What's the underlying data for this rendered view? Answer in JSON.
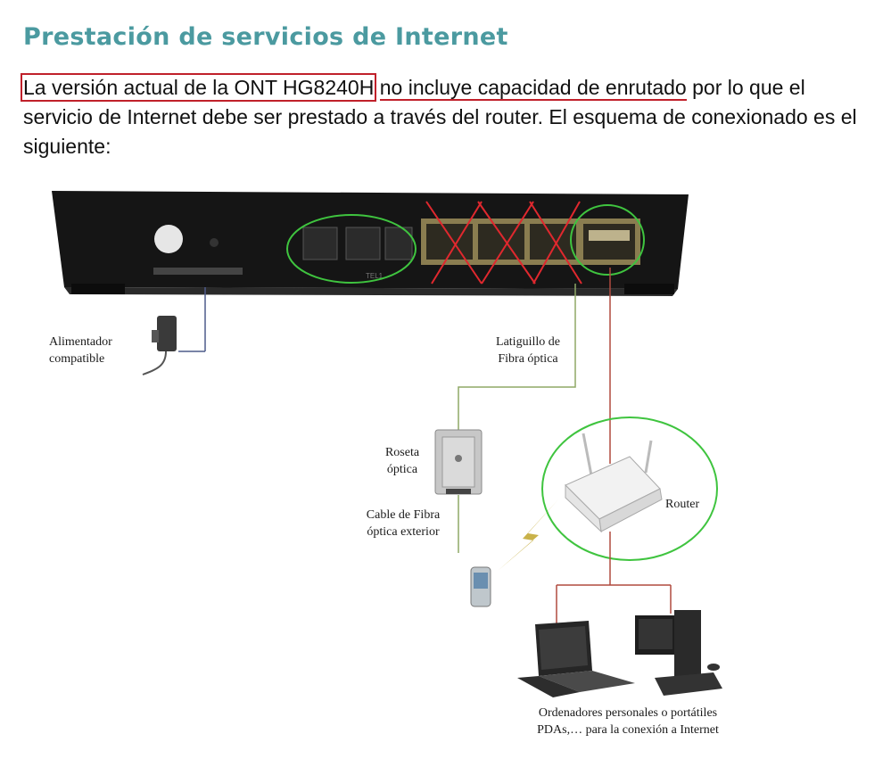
{
  "heading": "Prestación de servicios de Internet",
  "paragraph": {
    "boxed": "La versión actual de la ONT HG8240H",
    "underlined": "no incluye capacidad de enrutado",
    "rest": " por lo que el servicio de Internet debe ser prestado a través del router. El esquema de conexionado es el siguiente:"
  },
  "ont": {
    "tel_label": "TEL1"
  },
  "labels": {
    "alimentador": [
      "Alimentador",
      "compatible"
    ],
    "latiguillo": [
      "Latiguillo de",
      "Fibra óptica"
    ],
    "roseta": [
      "Roseta",
      "óptica"
    ],
    "cable": [
      "Cable de Fibra",
      "óptica exterior"
    ],
    "router": "Router",
    "ordenadores": [
      "Ordenadores personales o portátiles",
      "PDAs,… para la conexión a Internet"
    ]
  },
  "colors": {
    "heading": "#4b9aa0",
    "highlight_circle": "#3fc43f",
    "cross": "#e0282e",
    "fiber_cable": "#8fa867",
    "ethernet_cable": "#b04a3f",
    "power_cable": "#4d5b8a"
  }
}
